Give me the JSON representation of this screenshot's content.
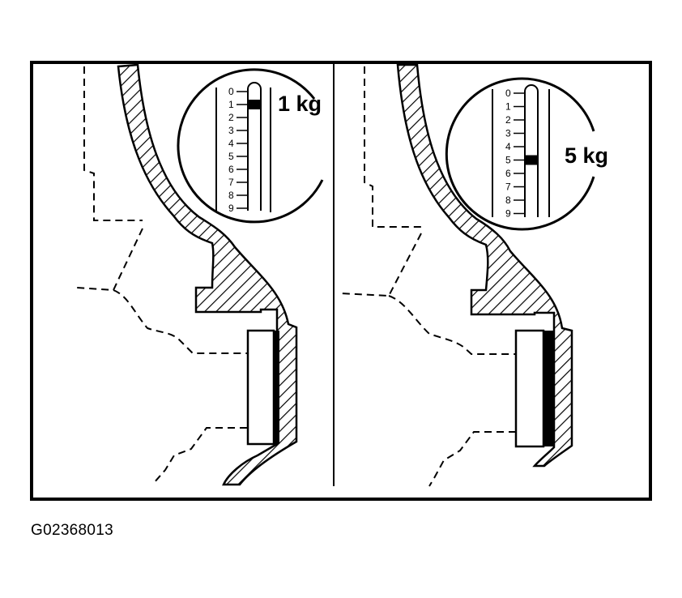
{
  "panels": [
    {
      "id": "left",
      "reading": "1 kg",
      "indicator_value": 1
    },
    {
      "id": "right",
      "reading": "5 kg",
      "indicator_value": 5
    }
  ],
  "gauge_scale": [
    "0",
    "1",
    "2",
    "3",
    "4",
    "5",
    "6",
    "7",
    "8",
    "9"
  ],
  "figure_code": "G02368013",
  "colors": {
    "ink": "#000000",
    "paper": "#ffffff"
  }
}
